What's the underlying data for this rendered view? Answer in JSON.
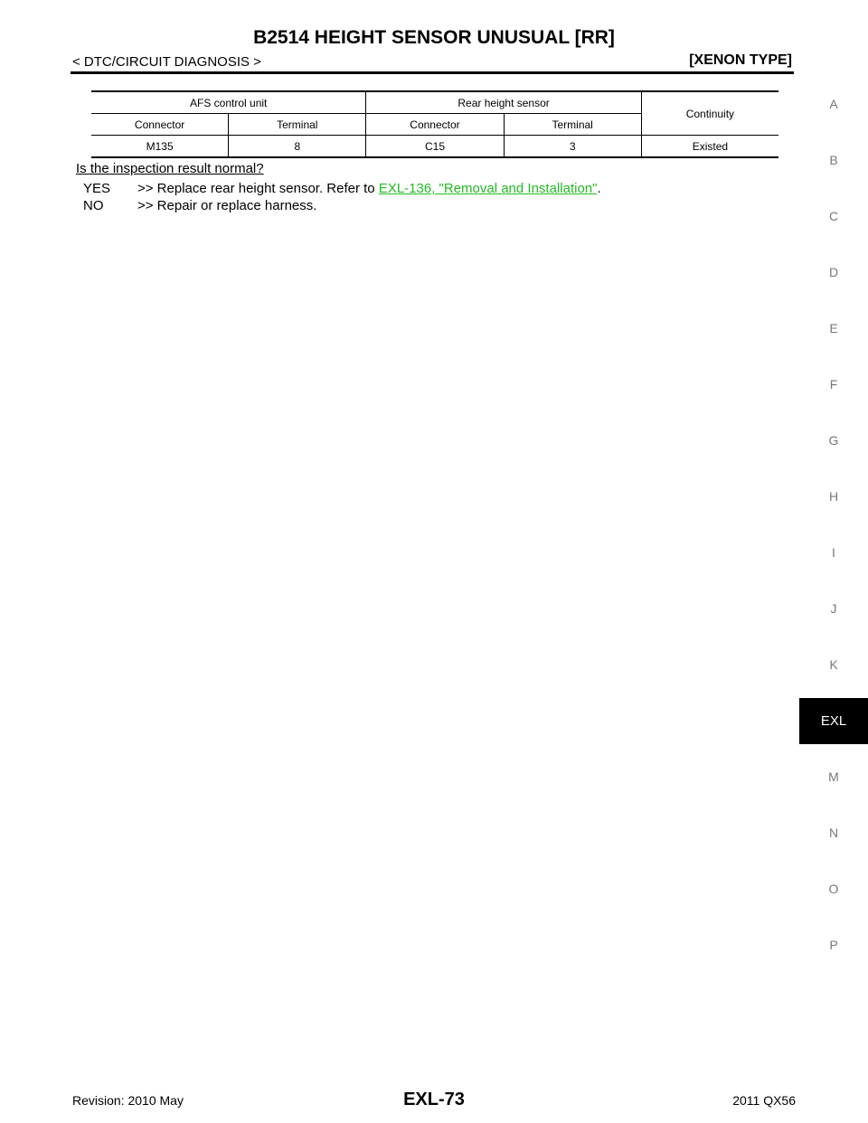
{
  "header": {
    "title": "B2514 HEIGHT SENSOR UNUSUAL [RR]",
    "section": "< DTC/CIRCUIT DIAGNOSIS >",
    "type": "[XENON TYPE]"
  },
  "side_index": {
    "letters": [
      "A",
      "B",
      "C",
      "D",
      "E",
      "F",
      "G",
      "H",
      "I",
      "J",
      "K"
    ],
    "active": "EXL",
    "letters_after": [
      "M",
      "N",
      "O",
      "P"
    ]
  },
  "table": {
    "group1": "AFS control unit",
    "group2": "Rear height sensor",
    "continuity": "Continuity",
    "sub_headers": [
      "Connector",
      "Terminal",
      "Connector",
      "Terminal"
    ],
    "rows": [
      [
        "M135",
        "8",
        "C15",
        "3",
        "Existed"
      ]
    ]
  },
  "question": "Is the inspection result normal?",
  "answers": {
    "yes_key": "YES",
    "yes_text": ">> Replace rear height sensor. Refer to ",
    "yes_link": "EXL-136, \"Removal and Installation\"",
    "yes_end": ".",
    "no_key": "NO",
    "no_text": ">> Repair or replace harness."
  },
  "footer": {
    "revision": "Revision: 2010 May",
    "page": "EXL-73",
    "model": "2011 QX56"
  }
}
